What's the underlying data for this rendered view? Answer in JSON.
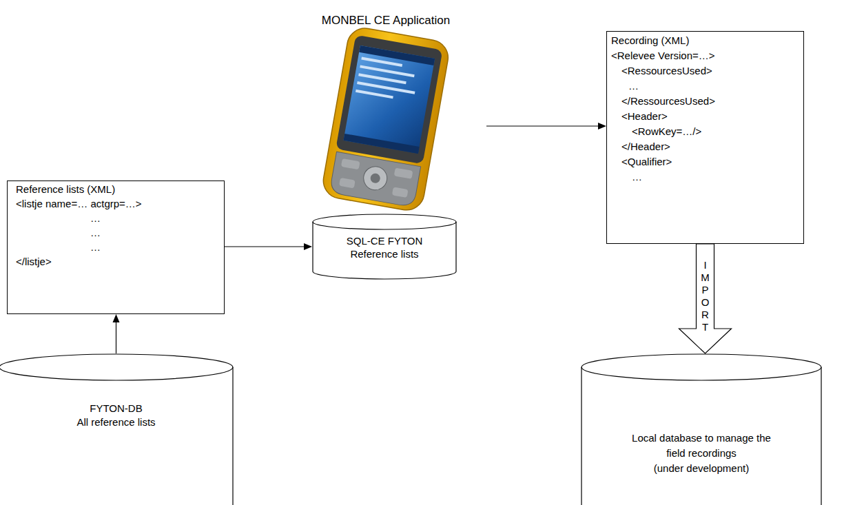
{
  "diagram": {
    "title": "MONBEL CE Application",
    "nodes": [
      {
        "text": [
          "Recording (XML)",
          "<Relevee Version=…>",
          "<RessourcesUsed>",
          "…",
          "</RessourcesUsed>",
          "<Header>",
          "<RowKey=…/>",
          "</Header>",
          "<Qualifier>",
          "…"
        ]
      },
      {
        "text": [
          "Reference lists (XML)",
          "<listje name=… actgrp=…>",
          "…",
          "…",
          "…",
          "</listje>"
        ]
      },
      {
        "text": [
          "SQL-CE FYTON",
          "Reference lists"
        ]
      },
      {
        "text": [
          "FYTON-DB",
          "All reference lists"
        ]
      },
      {
        "text": [
          "Local database to manage the field recordings",
          "(under development)"
        ]
      }
    ],
    "edges": [
      {
        "from": 3,
        "to": 1,
        "arrow": "to"
      },
      {
        "from": 1,
        "to": 2,
        "arrow": "to"
      },
      {
        "from": 0,
        "to": 4,
        "label": "IMPORT",
        "arrow": "to"
      }
    ]
  }
}
